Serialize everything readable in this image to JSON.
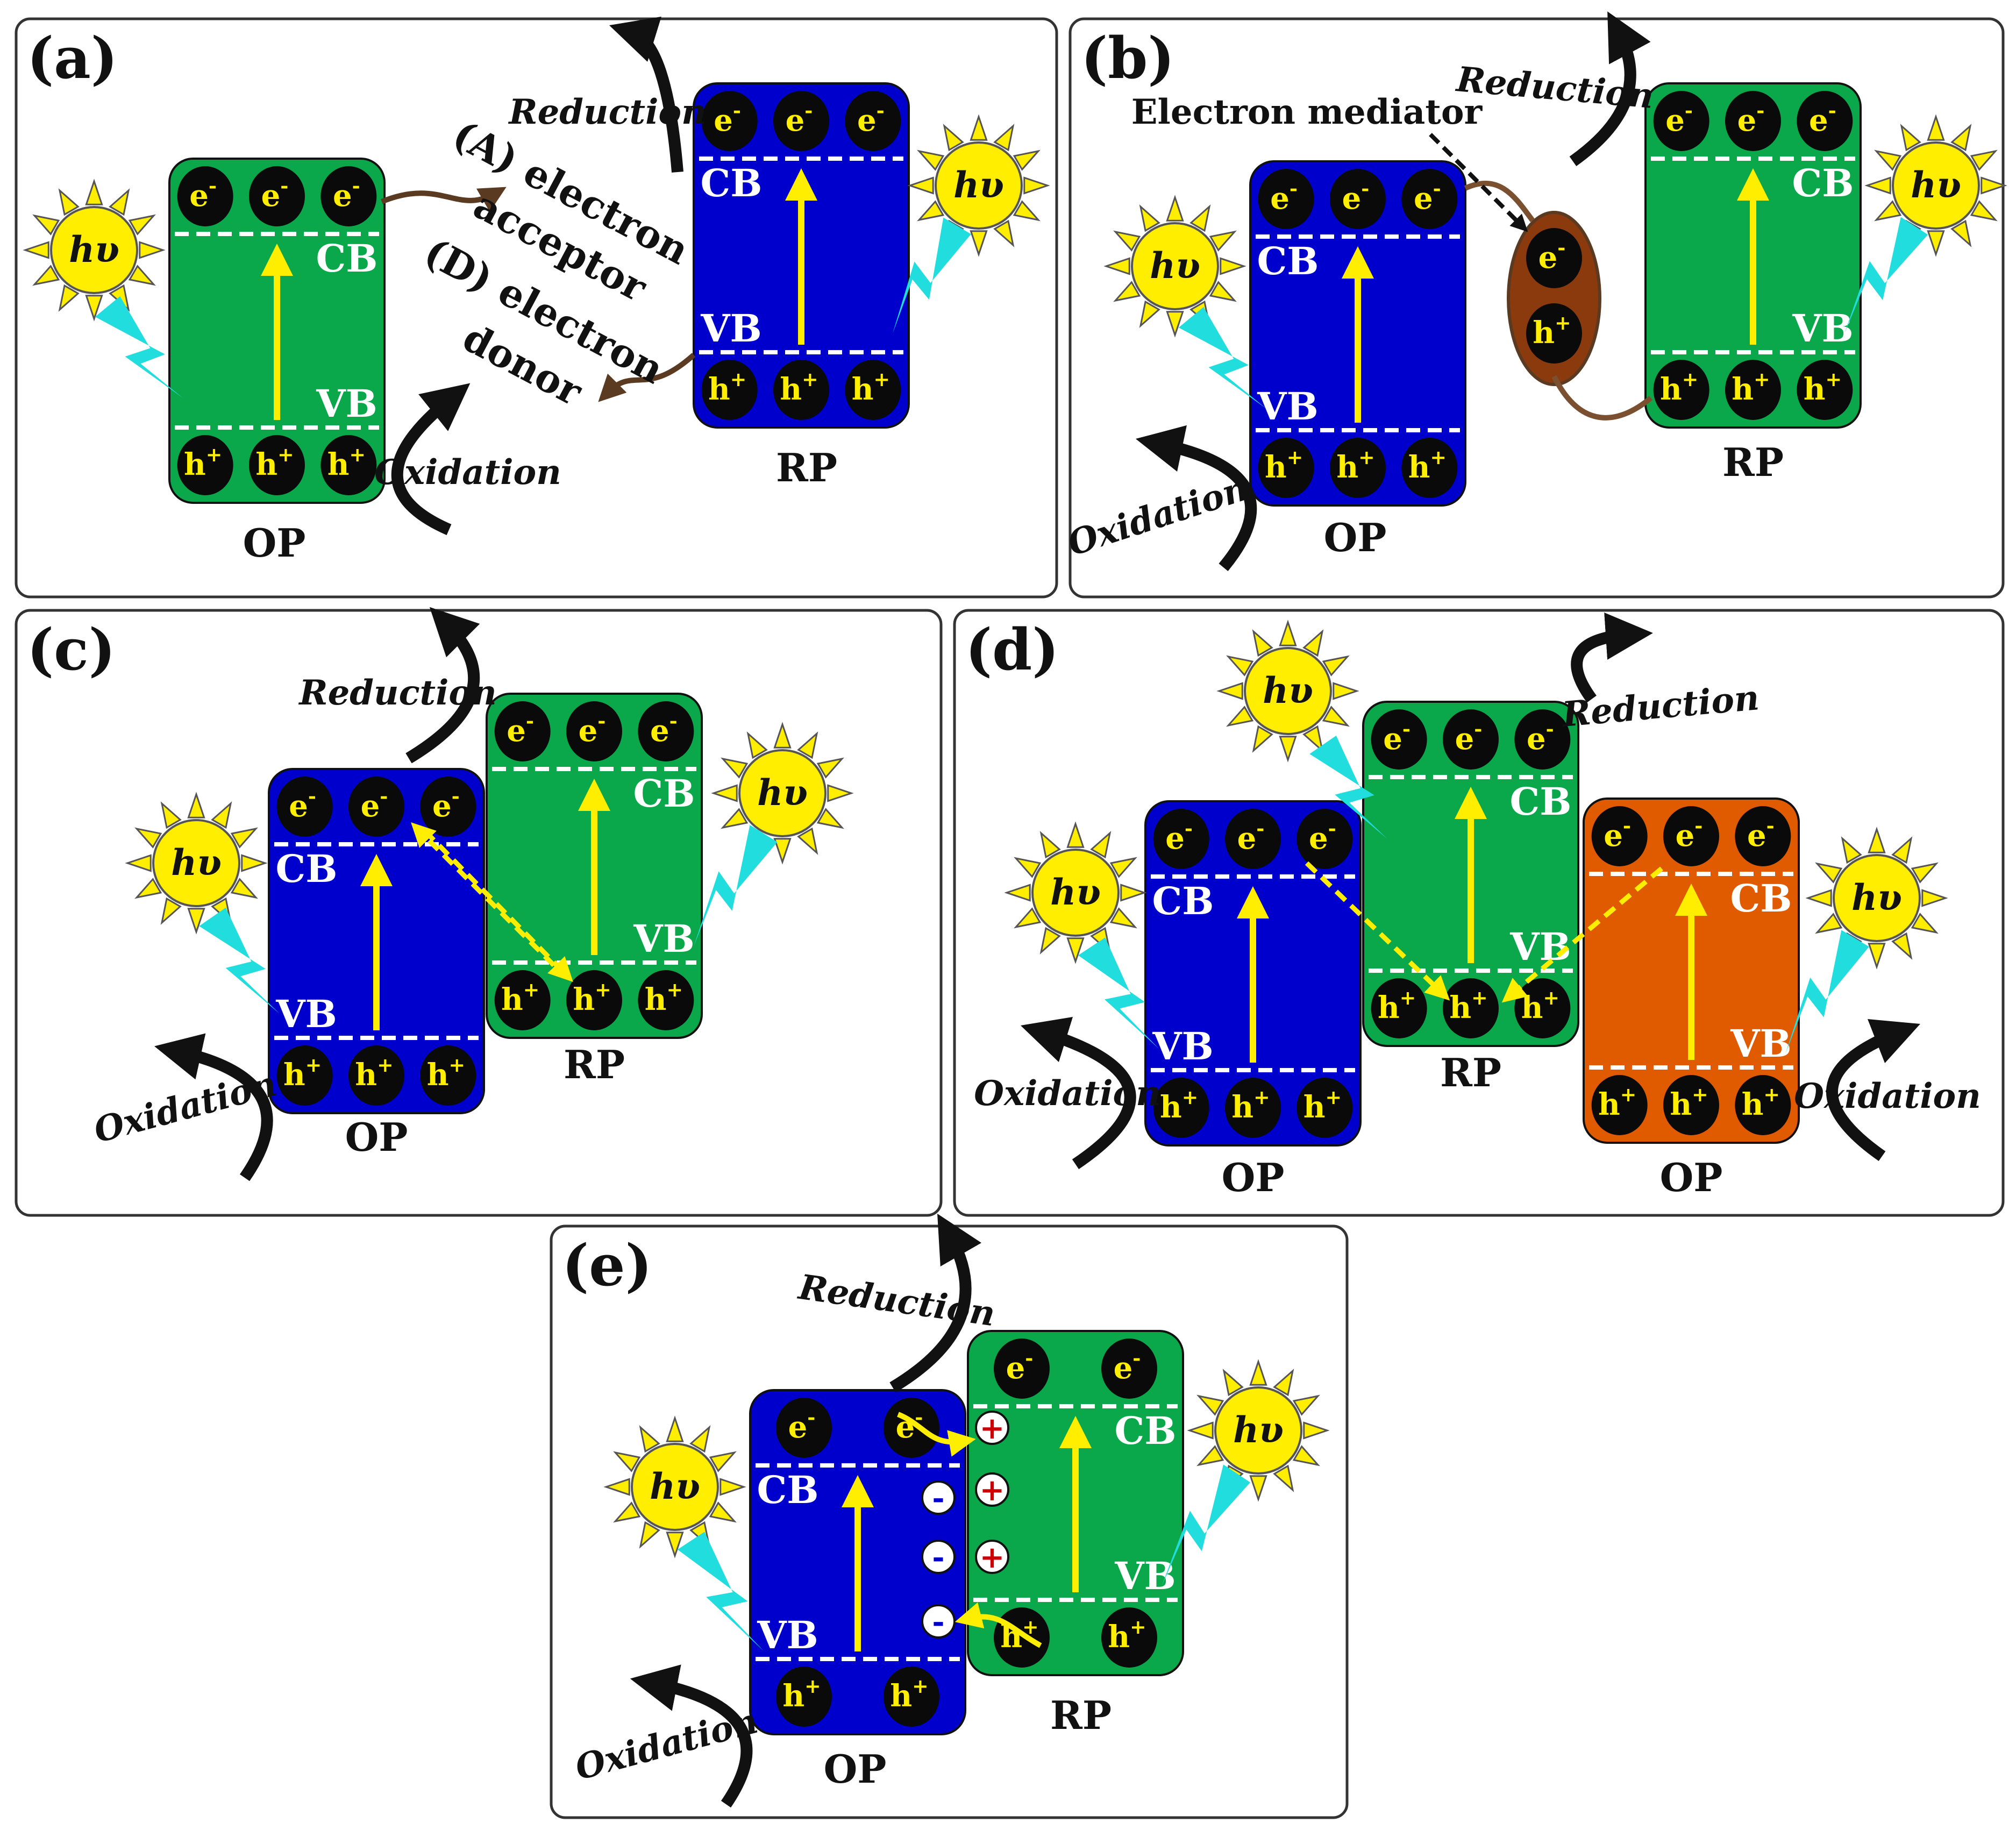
{
  "labels": {
    "oxidation": "Oxidation",
    "reduction": "Reduction",
    "op": "OP",
    "rp": "RP",
    "cb": "CB",
    "vb": "VB",
    "electron": "e",
    "hole": "h",
    "minus": "-",
    "plus": "+",
    "photon_h": "h",
    "photon_v": "υ",
    "electron_mediator": "Electron mediator",
    "acceptor_line1": "(A) electron",
    "acceptor_line2": "acceptor",
    "donor_line1": "(D) electron",
    "donor_line2": "donor"
  },
  "panels": [
    {
      "id": "a",
      "label": "(a)"
    },
    {
      "id": "b",
      "label": "(b)"
    },
    {
      "id": "c",
      "label": "(c)"
    },
    {
      "id": "d",
      "label": "(d)"
    },
    {
      "id": "e",
      "label": "(e)"
    }
  ],
  "colors": {
    "green": "#0aa84a",
    "blue": "#0000cc",
    "orange": "#e05a00",
    "mediator": "#8b3a0e",
    "yellow": "#ffee00",
    "cyan": "#22dddd",
    "frame": "#333333"
  }
}
